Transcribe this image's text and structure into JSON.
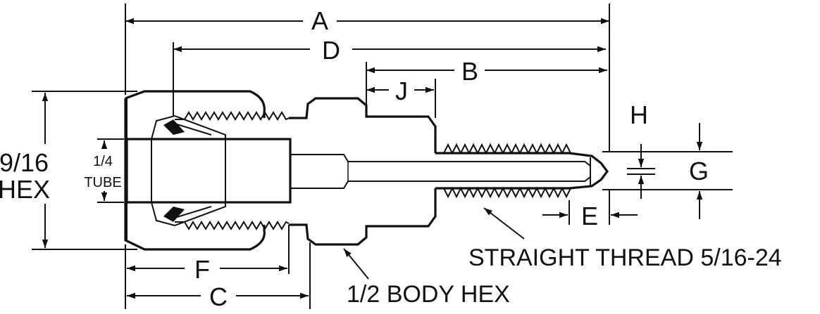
{
  "dimensions": {
    "a": "A",
    "b": "B",
    "c": "C",
    "d": "D",
    "e": "E",
    "f": "F",
    "g": "G",
    "h": "H",
    "j": "J"
  },
  "hex_label": {
    "size": "9/16",
    "word": "HEX"
  },
  "tube_label": {
    "size": "1/4",
    "word": "TUBE"
  },
  "notes": {
    "thread": "STRAIGHT THREAD 5/16-24",
    "body_hex": "1/2 BODY HEX"
  },
  "colors": {
    "ink": "#111111",
    "background": "#ffffff"
  }
}
